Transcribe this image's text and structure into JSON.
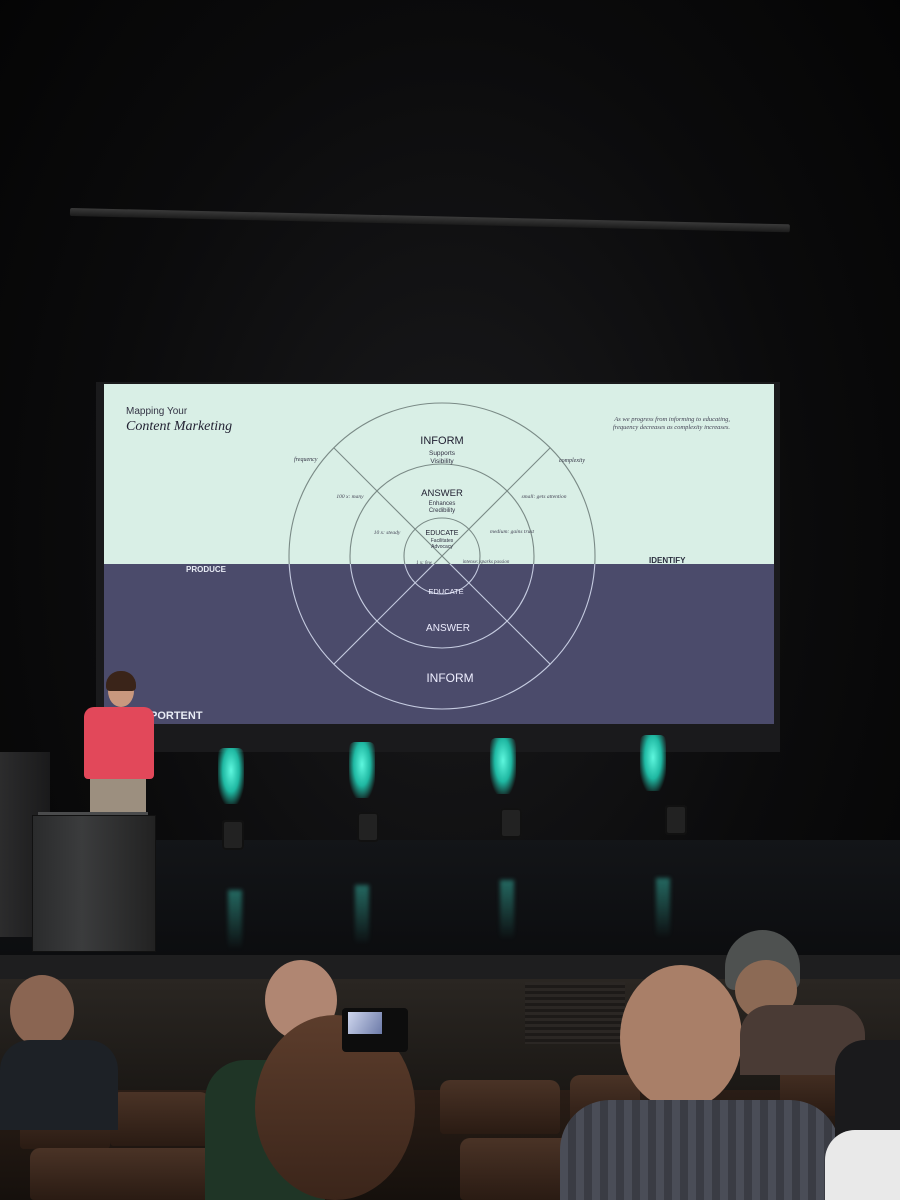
{
  "slide": {
    "title_line1": "Mapping Your",
    "title_line2": "Content Marketing",
    "note_line1": "As we progress from informing to educating,",
    "note_line2": "frequency decreases as complexity increases.",
    "axis_left": "frequency",
    "axis_right": "complexity",
    "side_left": "PRODUCE",
    "side_right": "IDENTIFY",
    "upper_inform": "INFORM",
    "upper_inform_sub1": "Supports",
    "upper_inform_sub2": "Visibility",
    "upper_answer": "ANSWER",
    "upper_answer_sub1": "Enhances",
    "upper_answer_sub2": "Credibility",
    "upper_educate": "EDUCATE",
    "upper_educate_sub1": "Facilitates",
    "upper_educate_sub2": "Advocacy",
    "freq_many": "100 x: many",
    "freq_steady": "10 x: steady",
    "freq_few": "1 x: few",
    "cmp_small": "small: gets attention",
    "cmp_medium": "medium: gains trust",
    "cmp_intense": "intense: sparks passion",
    "lower_educate": "EDUCATE",
    "lower_answer": "ANSWER",
    "lower_inform": "INFORM",
    "logo": "PORTENT"
  },
  "colors": {
    "slide_top": "#d8efe6",
    "slide_bottom": "#4a4a6a",
    "accent_light": "#5ef7de"
  }
}
